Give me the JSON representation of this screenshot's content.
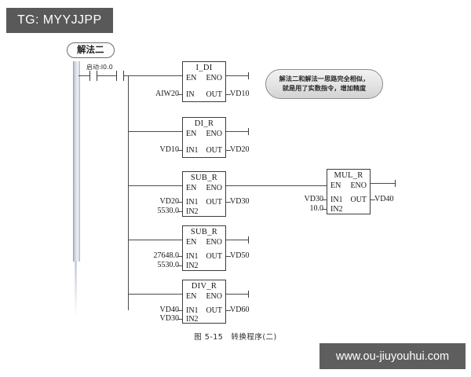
{
  "watermarks": {
    "tag_badge": "TG: MYYJJPP",
    "url_badge": "www.ou-jiuyouhui.com"
  },
  "figure": {
    "section_label": "解法二",
    "caption": "图 5-15　转换程序(二)",
    "callout_line1": "解法二和解法一思路完全相似，",
    "callout_line2": "就是用了实数指令，增加精度"
  },
  "rung": {
    "contact1_label": "",
    "contact2_label": "启动:I0.0"
  },
  "blocks": [
    {
      "name": "I_DI",
      "en": "EN",
      "eno": "ENO",
      "in_pin": "IN",
      "out_pin": "OUT",
      "in1_value": "AIW20",
      "out_value": "VD10"
    },
    {
      "name": "DI_R",
      "en": "EN",
      "eno": "ENO",
      "in_pin": "IN1",
      "out_pin": "OUT",
      "in1_value": "VD10",
      "out_value": "VD20"
    },
    {
      "name": "SUB_R",
      "en": "EN",
      "eno": "ENO",
      "in_pin": "IN1",
      "in2_pin": "IN2",
      "out_pin": "OUT",
      "in1_value": "VD20",
      "in2_value": "5530.0",
      "out_value": "VD30"
    },
    {
      "name": "MUL_R",
      "en": "EN",
      "eno": "ENO",
      "in_pin": "IN1",
      "in2_pin": "IN2",
      "out_pin": "OUT",
      "in1_value": "VD30",
      "in2_value": "10.0",
      "out_value": "VD40"
    },
    {
      "name": "SUB_R",
      "en": "EN",
      "eno": "ENO",
      "in_pin": "IN1",
      "in2_pin": "IN2",
      "out_pin": "OUT",
      "in1_value": "27648.0",
      "in2_value": "5530.0",
      "out_value": "VD50"
    },
    {
      "name": "DIV_R",
      "en": "EN",
      "eno": "ENO",
      "in_pin": "IN1",
      "in2_pin": "IN2",
      "out_pin": "OUT",
      "in1_value": "VD40",
      "in2_value": "VD30",
      "out_value": "VD60"
    }
  ],
  "colors": {
    "badge_bg": "#595959",
    "wire": "#4b4b4b",
    "rail": "#c8cedd",
    "callout_bg": "#e3e3e3"
  }
}
